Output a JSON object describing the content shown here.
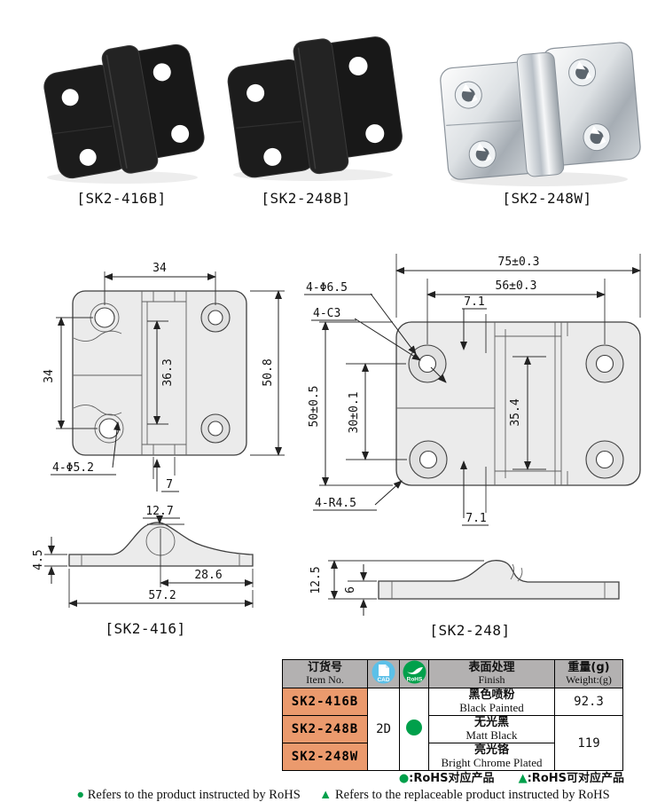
{
  "products": [
    {
      "label": "[SK2-416B]"
    },
    {
      "label": "[SK2-248B]"
    },
    {
      "label": "[SK2-248W]"
    }
  ],
  "drawings": {
    "front_left": {
      "dim_top": "34",
      "dim_left": "34",
      "dim_barrel": "36.3",
      "dim_height": "50.8",
      "holes_label": "4-Φ5.2",
      "dim_tab": "7"
    },
    "front_right": {
      "dim_width": "75±0.3",
      "dim_holes_h": "56±0.3",
      "dim_offset_top": "7.1",
      "holes_label": "4-Φ6.5",
      "chamfer_label": "4-C3",
      "dim_height": "50±0.5",
      "dim_holes_v": "30±0.1",
      "dim_barrel": "35.4",
      "radius_label": "4-R4.5",
      "dim_offset_bottom": "7.1"
    },
    "side_left": {
      "label": "[SK2-416]",
      "dim_knuckle_h": "12.7",
      "dim_plate_t": "4.5",
      "dim_offset": "28.6",
      "dim_length": "57.2"
    },
    "side_right": {
      "label": "[SK2-248]",
      "dim_knuckle_h": "12.5",
      "dim_plate_t": "6"
    }
  },
  "table": {
    "header": {
      "item_cn": "订货号",
      "item_en": "Item No.",
      "cad": "CAD",
      "rohs": "RoHS",
      "finish_cn": "表面处理",
      "finish_en": "Finish",
      "weight_cn": "重量(g)",
      "weight_en": "Weight:(g)"
    },
    "cad_type": "2D",
    "rows": [
      {
        "item": "SK2-416B",
        "finish_cn": "黑色喷粉",
        "finish_en": "Black Painted",
        "weight": "92.3"
      },
      {
        "item": "SK2-248B",
        "finish_cn": "无光黑",
        "finish_en": "Matt Black",
        "weight": "119"
      },
      {
        "item": "SK2-248W",
        "finish_cn": "亮光铬",
        "finish_en": "Bright Chrome Plated"
      }
    ]
  },
  "legend": {
    "dot_glyph": "●",
    "triangle_glyph": "▲",
    "cn_dot": ":RoHS对应产品",
    "cn_triangle": ":RoHS可对应产品",
    "en_dot": "Refers to the product instructed by RoHS",
    "en_triangle": "Refers to the replaceable product instructed by RoHS"
  },
  "colors": {
    "header_bg": "#b3b1b1",
    "item_bg": "#eb9a6d",
    "rohs_green": "#00a04b",
    "cad_blue": "#5cc0e8",
    "table_border": "#000000",
    "drawing_line": "#222222"
  }
}
